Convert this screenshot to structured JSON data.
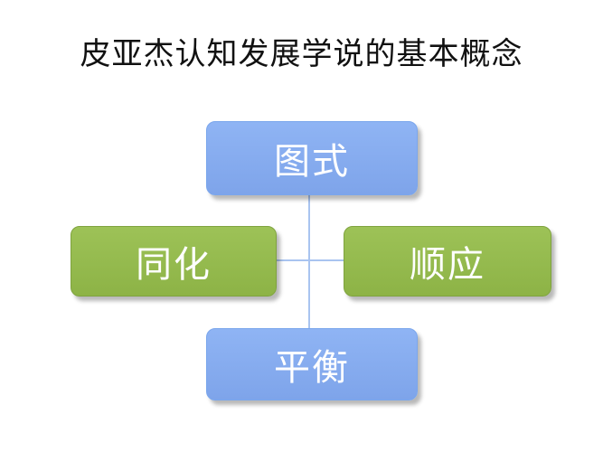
{
  "title": "皮亚杰认知发展学说的基本概念",
  "nodes": {
    "top": "图式",
    "left": "同化",
    "right": "顺应",
    "bottom": "平衡"
  },
  "colors": {
    "blue_fill": "#8fb4f4",
    "green_fill": "#9dc257",
    "connector": "#a9c4f0"
  }
}
